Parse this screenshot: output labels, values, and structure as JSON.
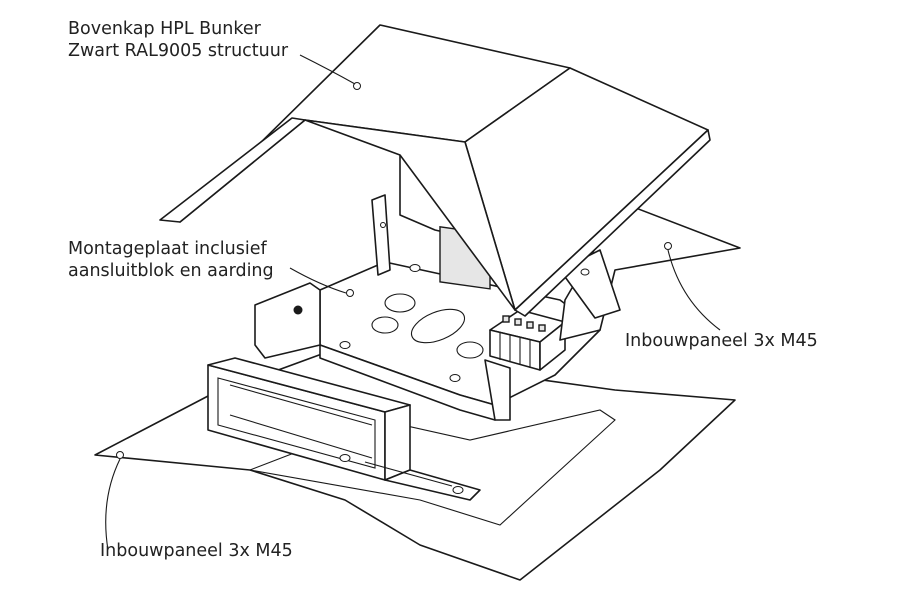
{
  "labels": {
    "top_cover_line1": "Bovenkap HPL Bunker",
    "top_cover_line2": "Zwart RAL9005 structuur",
    "mounting_plate_line1": "Montageplaat inclusief",
    "mounting_plate_line2": "aansluitblok en aarding",
    "panel_right": "Inbouwpaneel 3x M45",
    "panel_bottom_left": "Inbouwpaneel 3x M45"
  }
}
